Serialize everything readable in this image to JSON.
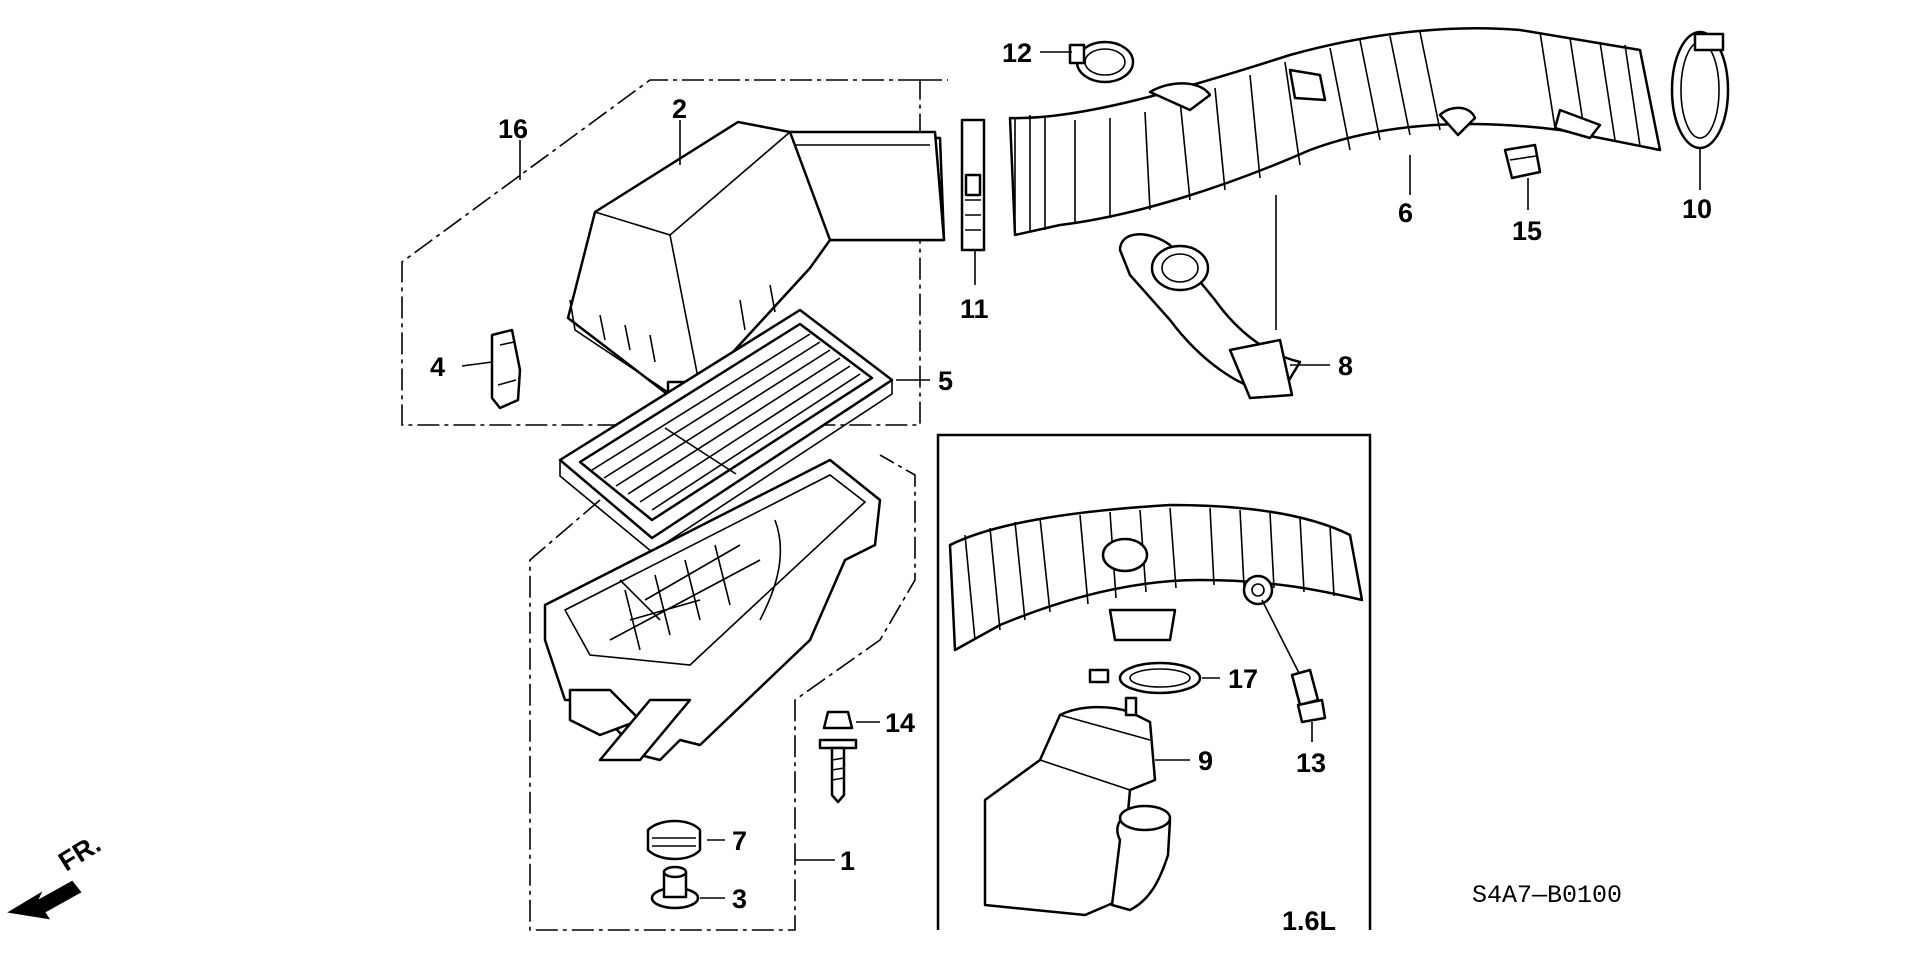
{
  "callouts": [
    "1",
    "2",
    "3",
    "4",
    "5",
    "6",
    "7",
    "8",
    "9",
    "10",
    "11",
    "12",
    "13",
    "14",
    "15",
    "16",
    "17"
  ],
  "inset_label": "1.6L",
  "drawing_code": "S4A7—B0100",
  "direction_label": "FR."
}
